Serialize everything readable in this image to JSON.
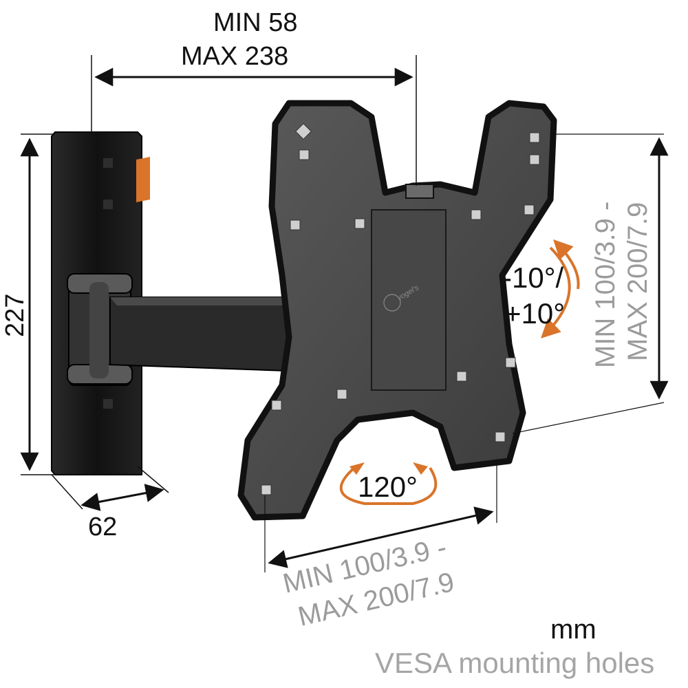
{
  "dimensions": {
    "width_min": "MIN 58",
    "width_max": "MAX 238",
    "height": "227",
    "depth": "62"
  },
  "rotation": {
    "tilt_line1": "-10°/",
    "tilt_line2": "+10°",
    "swivel": "120°"
  },
  "vesa": {
    "vertical_line1": "MIN 100/3.9 -",
    "vertical_line2": "MAX 200/7.9",
    "horizontal_line1": "MIN 100/3.9 -",
    "horizontal_line2": "MAX 200/7.9"
  },
  "legend": {
    "unit": "mm",
    "vesa_label": "VESA mounting holes"
  },
  "brand": {
    "logo": "vogel's"
  },
  "colors": {
    "arrow_orange": "#d9742a",
    "vesa_gray": "#9b9b9b",
    "mount_black": "#1a1a1a"
  }
}
